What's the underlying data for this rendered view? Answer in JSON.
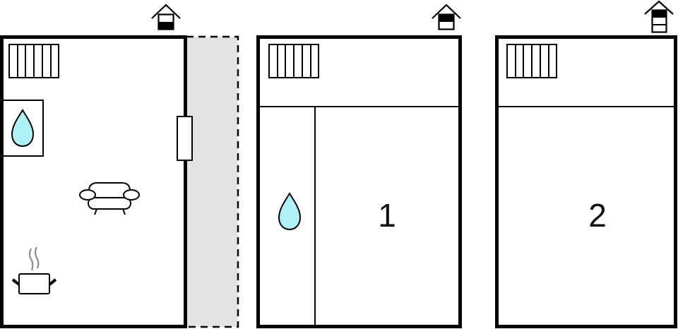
{
  "diagram": {
    "type": "floor-plan",
    "colors": {
      "wall": "#000000",
      "terrace_fill": "#e3e3e3",
      "water_drop": "#aef2f8",
      "steam": "#8c8c8c",
      "background": "#ffffff"
    },
    "floors": [
      {
        "id": "floor-ground",
        "floor_indicator": "ground-floor-icon",
        "rooms": [
          {
            "id": "living-kitchen",
            "icons": [
              "radiator-icon",
              "bathroom-drop-icon",
              "sofa-icon",
              "cooking-pot-icon"
            ],
            "label": ""
          },
          {
            "id": "terrace",
            "icons": [],
            "label": ""
          }
        ],
        "features": [
          "door-opening-to-terrace"
        ]
      },
      {
        "id": "floor-first",
        "floor_indicator": "first-floor-icon",
        "rooms": [
          {
            "id": "hall",
            "icons": [
              "radiator-icon"
            ],
            "label": ""
          },
          {
            "id": "bathroom",
            "icons": [
              "water-drop-icon"
            ],
            "label": ""
          },
          {
            "id": "bedroom-1",
            "icons": [],
            "label": "1"
          }
        ]
      },
      {
        "id": "floor-second",
        "floor_indicator": "second-floor-icon",
        "rooms": [
          {
            "id": "hall",
            "icons": [
              "radiator-icon"
            ],
            "label": ""
          },
          {
            "id": "bedroom-2",
            "icons": [],
            "label": "2"
          }
        ]
      }
    ]
  },
  "labels": {
    "bedroom_1": "1",
    "bedroom_2": "2"
  }
}
